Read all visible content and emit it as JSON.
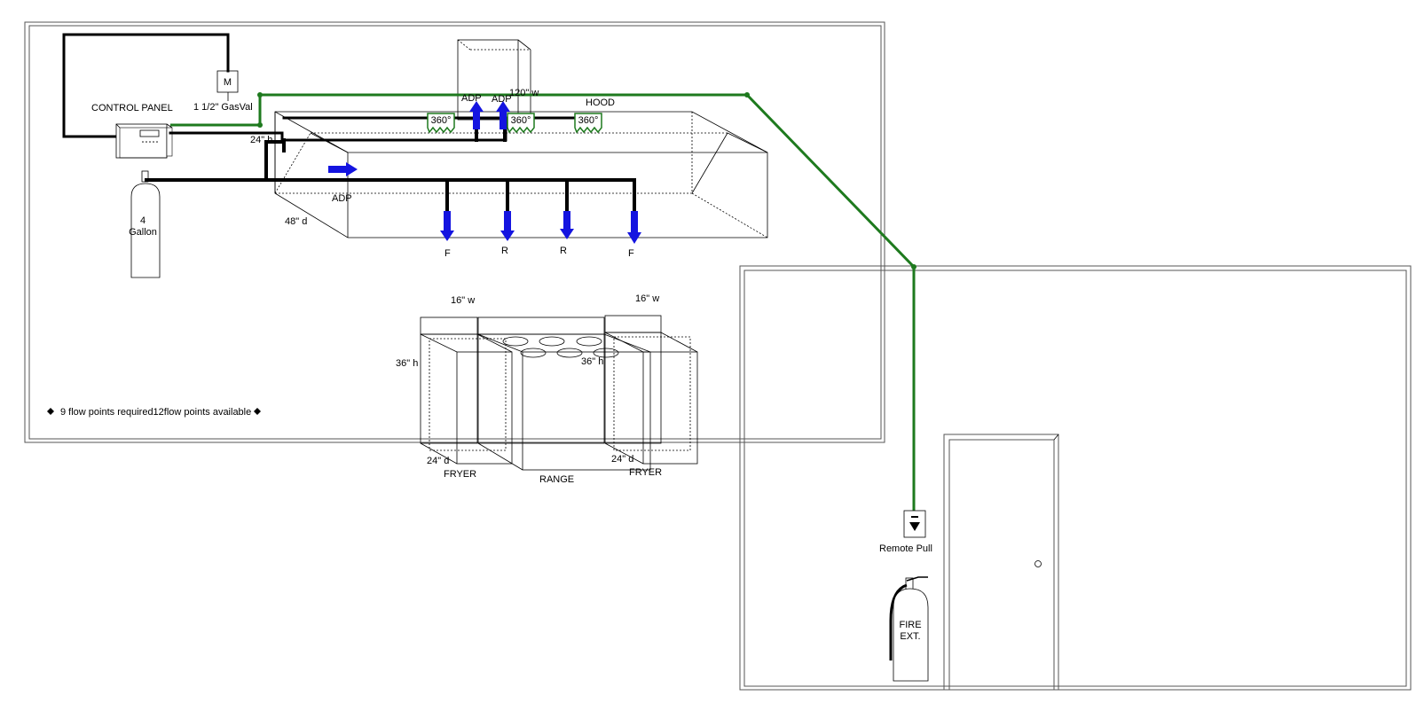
{
  "labels": {
    "control_panel": "CONTROL PANEL",
    "gas_valve": "1 1/2\" GasVal",
    "mech_box": "M",
    "hood": "HOOD",
    "hood_width": "120\" w",
    "hood_height": "24\" h",
    "hood_depth": "48\" d",
    "adp_1": "ADP",
    "adp_2": "ADP",
    "adp_3": "ADP",
    "tank_size": "4",
    "tank_unit": "Gallon",
    "nozzle_1": "F",
    "nozzle_2": "R",
    "nozzle_3": "R",
    "nozzle_4": "F",
    "detector_1": "360°",
    "detector_2": "360°",
    "detector_3": "360°",
    "fryer_left_width": "16\" w",
    "fryer_left_height": "36\" h",
    "fryer_left_depth": "24\" d",
    "fryer_left_name": "FRYER",
    "fryer_right_width": "16\" w",
    "range_height": "36\" h",
    "fryer_right_depth": "24\" d",
    "fryer_right_name": "FRYER",
    "range_name": "RANGE",
    "flow_note": "9 flow points required12flow points available",
    "remote_pull": "Remote Pull",
    "fire_ext_line1": "FIRE",
    "fire_ext_line2": "EXT."
  },
  "colors": {
    "gas_line": "#1e7a1e",
    "nozzle": "#1414e0",
    "pipe": "#000000"
  }
}
